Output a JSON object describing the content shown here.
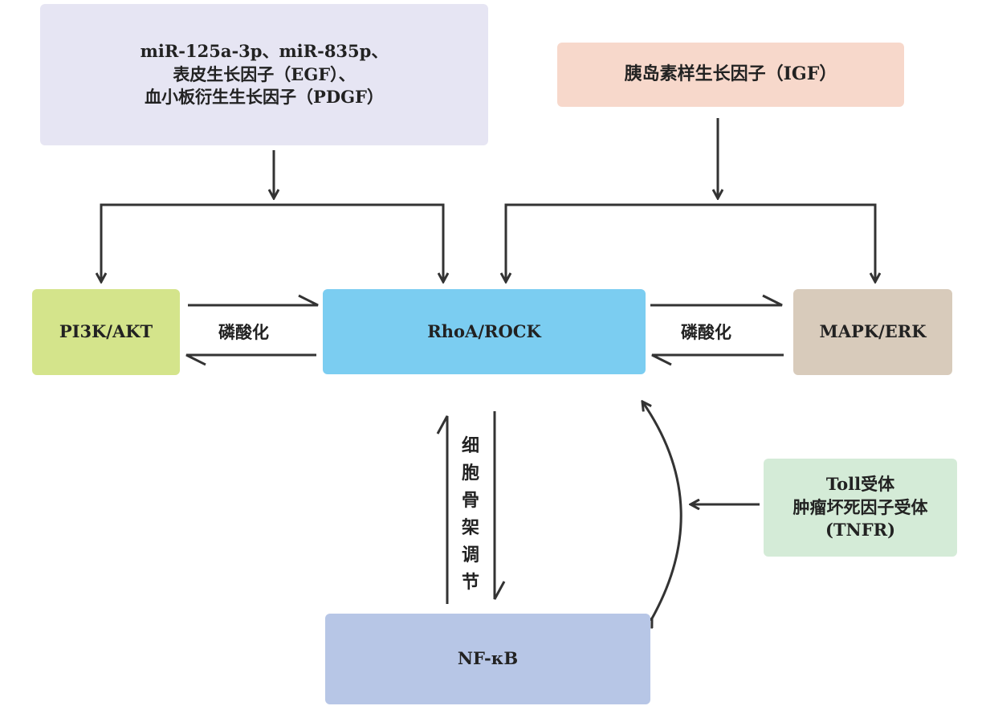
{
  "nodes": {
    "top_left": {
      "line1": "miR-125a-3p、miR-835p、",
      "line2": "表皮生长因子（EGF）、",
      "line3": "血小板衍生生长因子（PDGF）"
    },
    "top_right": {
      "label": "胰岛素样生长因子（IGF）"
    },
    "pi3k": {
      "label": "PI3K/AKT"
    },
    "rhoa": {
      "label": "RhoA/ROCK"
    },
    "mapk": {
      "label": "MAPK/ERK"
    },
    "toll": {
      "line1": "Toll受体",
      "line2": "肿瘤坏死因子受体",
      "line3": "(TNFR)"
    },
    "nfkb": {
      "label": "NF-κB"
    }
  },
  "edge_labels": {
    "phos_left": "磷酸化",
    "phos_right": "磷酸化",
    "cytoskeleton": "细胞骨架调节"
  },
  "colors": {
    "top_left": "#e6e5f3",
    "top_right": "#f7d8cb",
    "pi3k": "#d4e48b",
    "rhoa": "#7bcdf1",
    "mapk": "#d8cbbb",
    "toll": "#d4ebd7",
    "nfkb": "#b7c6e6",
    "arrow": "#333333"
  }
}
